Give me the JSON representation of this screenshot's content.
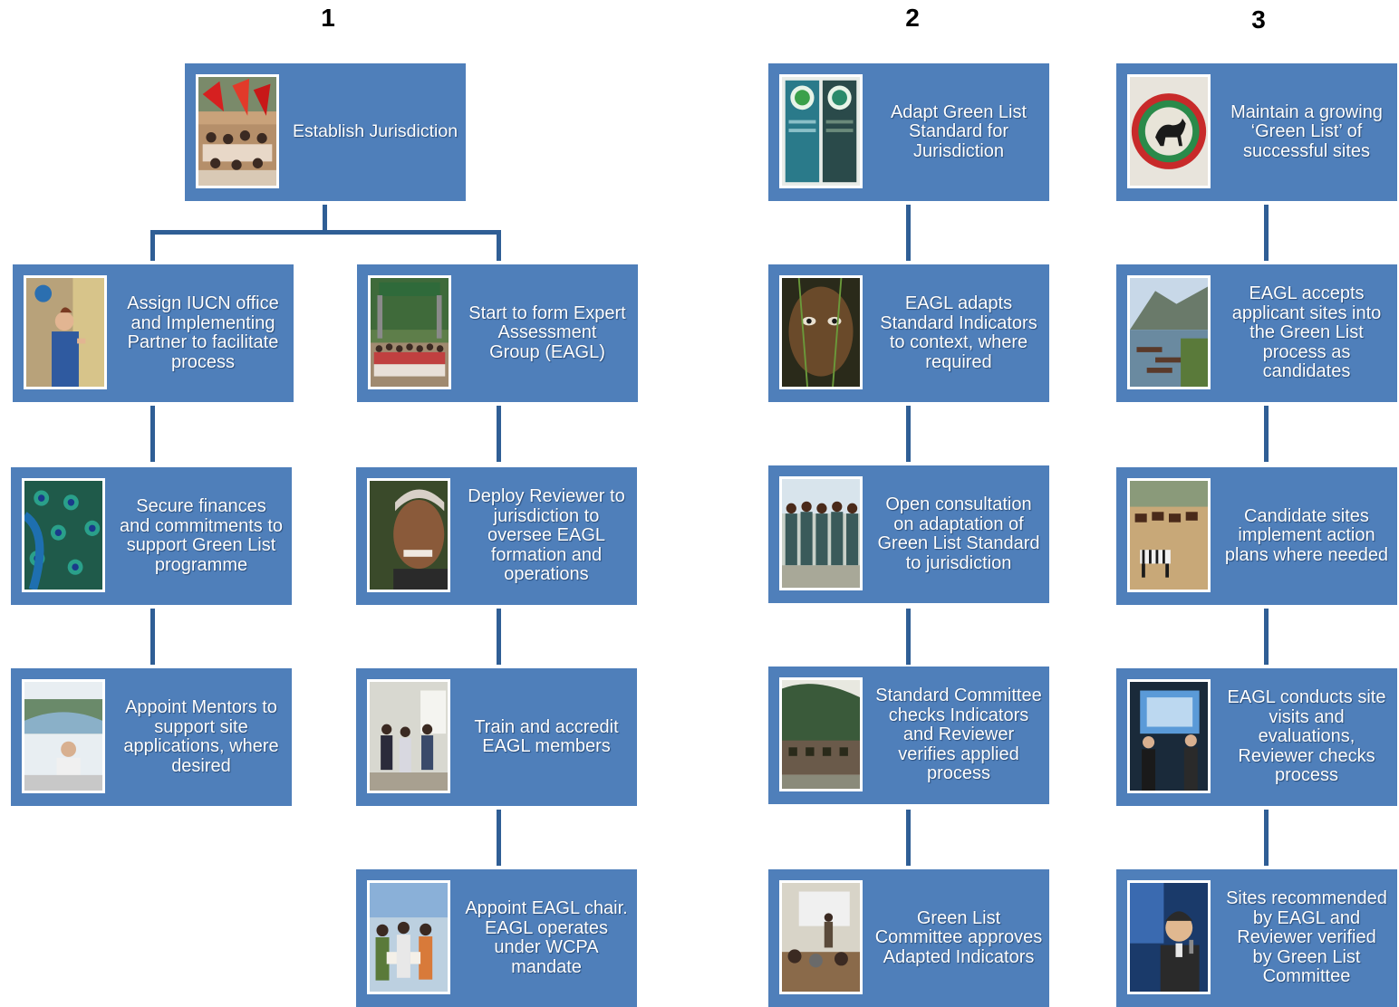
{
  "columns": [
    {
      "number": "1"
    },
    {
      "number": "2"
    },
    {
      "number": "3"
    }
  ],
  "steps": {
    "establish_jurisdiction": "Establish Jurisdiction",
    "assign_iucn_office": "Assign IUCN office\nand Implementing\nPartner to facilitate\nprocess",
    "start_expert_group": "Start to form Expert\nAssessment\nGroup (EAGL)",
    "secure_finances": "Secure finances\nand commitments to\nsupport Green List\nprogramme",
    "deploy_reviewer": "Deploy Reviewer to\njurisdiction to\noversee EAGL\nformation and\noperations",
    "appoint_mentors": "Appoint Mentors to\nsupport site\napplications, where\ndesired",
    "train_accredit": "Train and accredit\nEAGL members",
    "appoint_chair": "Appoint EAGL chair.\nEAGL operates\nunder WCPA\nmandate",
    "adapt_standard": "Adapt Green List\nStandard for\nJurisdiction",
    "eagl_adapts": "EAGL adapts\nStandard Indicators\nto context, where\nrequired",
    "open_consultation": "Open consultation\non adaptation of\nGreen List Standard\nto jurisdiction",
    "standard_committee": "Standard Committee\nchecks Indicators\nand Reviewer\nverifies applied\nprocess",
    "committee_approves": "Green List\nCommittee approves\nAdapted Indicators",
    "maintain_green_list": "Maintain a growing\n‘Green List’ of\nsuccessful sites",
    "eagl_accepts": "EAGL accepts\napplicant sites into\nthe Green List\nprocess as\ncandidates",
    "candidate_sites": "Candidate sites\nimplement action\nplans where needed",
    "site_visits": "EAGL conducts site\nvisits and\nevaluations,\nReviewer checks\nprocess",
    "sites_recommended": "Sites recommended\nby EAGL and\nReviewer verified\nby Green List\nCommittee"
  },
  "colors": {
    "box": "#4f7fba",
    "connector": "#2f5e95",
    "text": "#ffffff"
  }
}
